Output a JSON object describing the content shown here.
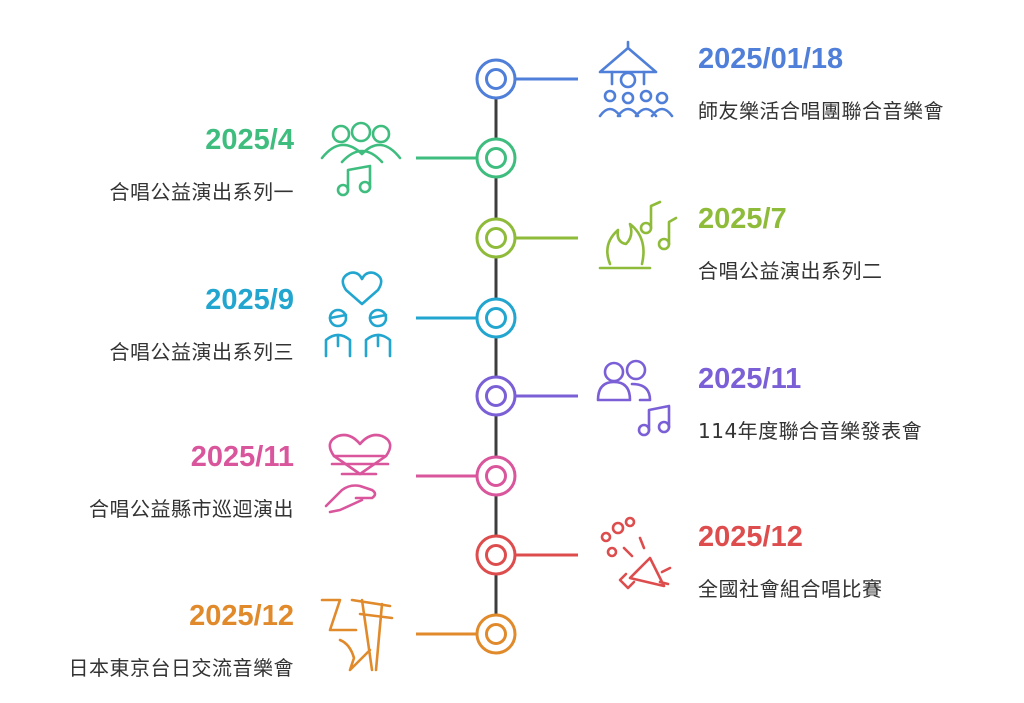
{
  "events": [
    {
      "date": "2025/01/18",
      "desc": "師友樂活合唱團聯合音樂會",
      "side": "right",
      "color": "#4f7fd8",
      "icon": "choir-icon"
    },
    {
      "date": "2025/4",
      "desc": "合唱公益演出系列一",
      "side": "left",
      "color": "#3fbd7e",
      "icon": "group-music-note-icon"
    },
    {
      "date": "2025/7",
      "desc": "合唱公益演出系列二",
      "side": "right",
      "color": "#8fbb3a",
      "icon": "flame-music-notes-icon"
    },
    {
      "date": "2025/9",
      "desc": "合唱公益演出系列三",
      "side": "left",
      "color": "#22a6cf",
      "icon": "heart-people-icon"
    },
    {
      "date": "2025/11",
      "desc": "114年度聯合音樂發表會",
      "side": "right",
      "color": "#7a5fd6",
      "icon": "people-music-note-icon"
    },
    {
      "date": "2025/11",
      "desc": "合唱公益縣市巡迴演出",
      "side": "left",
      "color": "#d9559c",
      "icon": "heart-in-hand-icon"
    },
    {
      "date": "2025/12",
      "desc": "全國社會組合唱比賽",
      "side": "right",
      "color": "#de4d4d",
      "icon": "megaphone-icon"
    },
    {
      "date": "2025/12",
      "desc": "日本東京台日交流音樂會",
      "side": "left",
      "color": "#e08a2c",
      "icon": "torii-landmark-icon"
    }
  ],
  "line_color": "#3d3d3d"
}
